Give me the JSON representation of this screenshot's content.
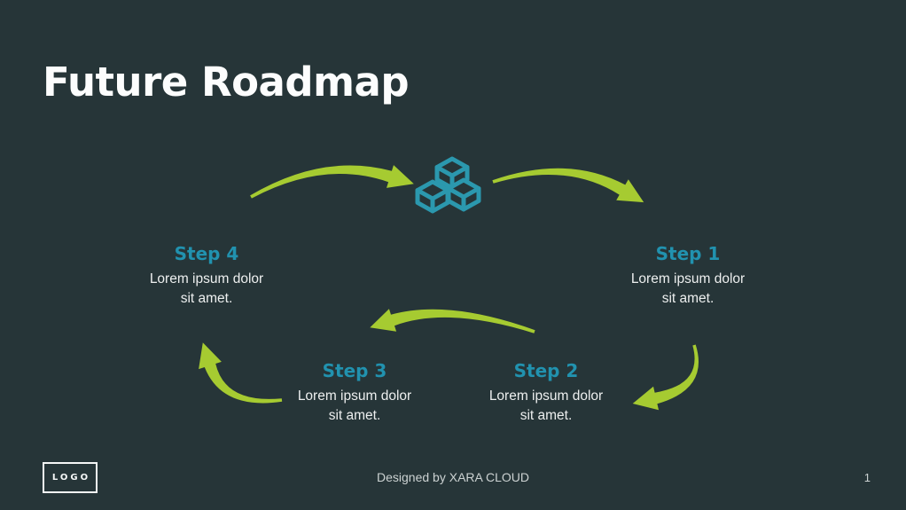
{
  "slide": {
    "title": "Future Roadmap",
    "page_number": "1",
    "footer": {
      "logo_text": "LOGO",
      "credit": "Designed by XARA CLOUD"
    },
    "steps": [
      {
        "label": "Step 1",
        "description_lines": [
          "Lorem ipsum dolor",
          "sit amet."
        ]
      },
      {
        "label": "Step 2",
        "description_lines": [
          "Lorem ipsum dolor",
          "sit amet."
        ]
      },
      {
        "label": "Step 3",
        "description_lines": [
          "Lorem ipsum dolor",
          "sit amet."
        ]
      },
      {
        "label": "Step 4",
        "description_lines": [
          "Lorem ipsum dolor",
          "sit amet."
        ]
      }
    ],
    "colors": {
      "background": "#263538",
      "accent_teal": "#2192af",
      "cube_teal": "#2b98ae",
      "arrow_green": "#a6cb31",
      "text_light": "#edefef",
      "footer_text": "#ccd2d2"
    },
    "icons": {
      "center": "cubes-icon",
      "arrows": [
        "arrow-step4-to-center-icon",
        "arrow-center-to-step1-icon",
        "arrow-step1-to-step2-icon",
        "arrow-step2-to-step3-icon",
        "arrow-step3-to-step4-icon"
      ]
    }
  }
}
